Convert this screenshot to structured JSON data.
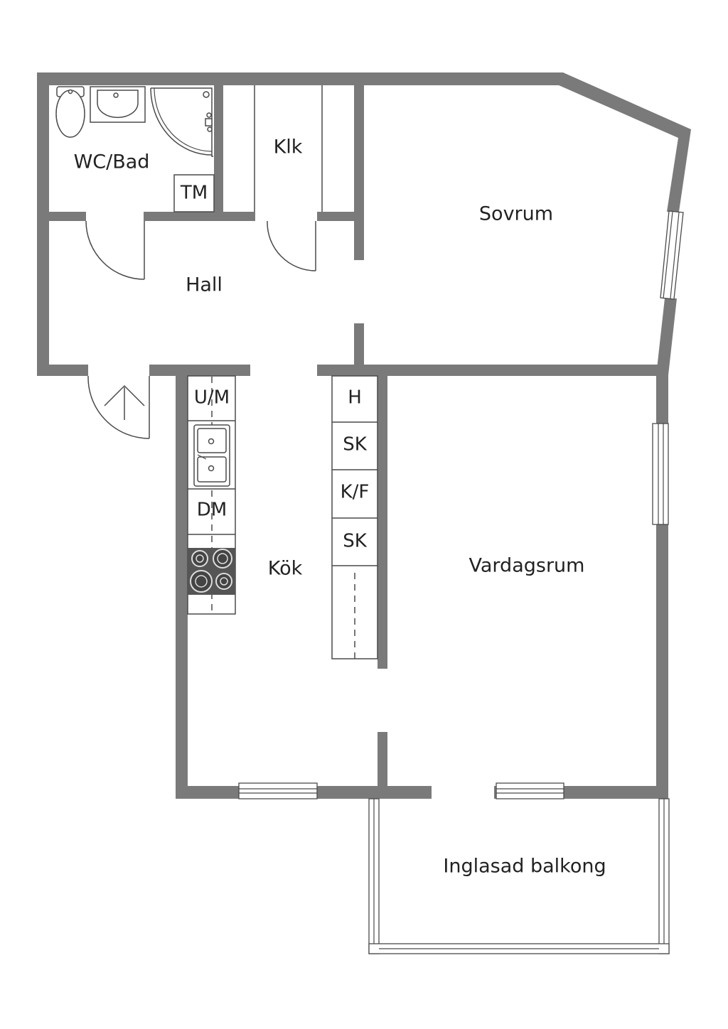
{
  "rooms": {
    "wc_bad": "WC/Bad",
    "klk": "Klk",
    "sovrum": "Sovrum",
    "hall": "Hall",
    "kok": "Kök",
    "vardagsrum": "Vardagsrum",
    "inglasad_balkong": "Inglasad balkong"
  },
  "fixtures": {
    "tm": "TM",
    "um": "U/M",
    "dm": "DM",
    "h": "H",
    "sk1": "SK",
    "kf": "K/F",
    "sk2": "SK"
  },
  "icons": [
    "entrance-arrow-icon",
    "toilet-icon",
    "sink-icon",
    "shower-icon",
    "kitchen-sink-icon",
    "stove-icon"
  ],
  "colors": {
    "wall": "#7a7a7a",
    "line": "#4a4a4a",
    "background": "#ffffff"
  }
}
